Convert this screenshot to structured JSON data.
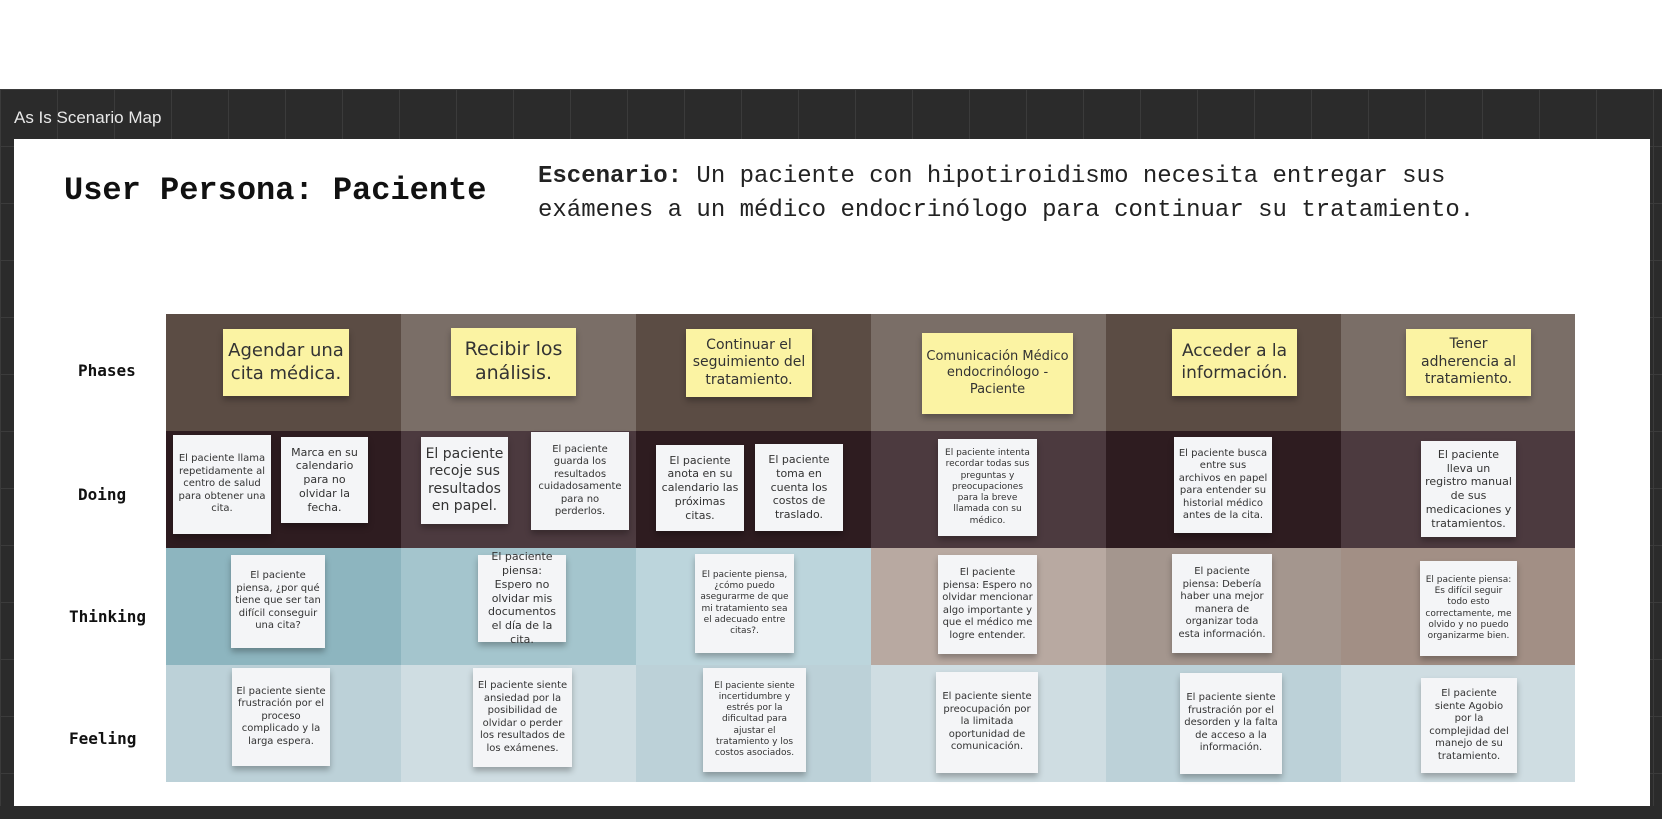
{
  "frame_title": "As Is Scenario Map",
  "persona": "User Persona: Paciente",
  "scenario": {
    "label": "Escenario:",
    "text": " Un paciente con hipotiroidismo necesita entregar sus exámenes a un médico endocrinólogo para continuar su tratamiento."
  },
  "rows": [
    "Phases",
    "Doing",
    "Thinking",
    "Feeling"
  ],
  "phases": [
    "Agendar una cita médica.",
    "Recibir los análisis.",
    "Continuar el seguimiento del tratamiento.",
    "Comunicación Médico endocrinólogo - Paciente",
    "Acceder a la información.",
    "Tener adherencia al tratamiento."
  ],
  "doing": [
    "El paciente llama repetidamente al centro de salud para obtener una cita.",
    "Marca en su calendario para no olvidar la fecha.",
    "El paciente recoje sus resultados en papel.",
    "El paciente guarda los resultados cuidadosamente para no perderlos.",
    "El paciente anota en su calendario las próximas citas.",
    "El paciente toma en cuenta los costos de traslado.",
    "El paciente intenta recordar todas sus preguntas y preocupaciones para la breve llamada con su médico.",
    "El paciente busca entre sus archivos en papel para entender su historial médico antes de la cita.",
    "El paciente lleva un registro manual de sus medicaciones y tratamientos."
  ],
  "thinking": [
    "El paciente piensa, ¿por qué tiene que ser tan difícil conseguir una cita?",
    "El paciente piensa: Espero no olvidar mis documentos el día de la cita.",
    "El paciente piensa, ¿cómo puedo asegurarme de que mi tratamiento sea el adecuado entre citas?.",
    "El paciente piensa: Espero no olvidar mencionar algo importante y que el médico me logre entender.",
    "El paciente piensa: Debería haber una mejor manera de organizar toda esta información.",
    "El paciente piensa: Es difícil seguir todo esto correctamente, me olvido y no puedo organizarme bien."
  ],
  "feeling": [
    "El paciente siente frustración por el proceso complicado y la larga espera.",
    "El paciente siente ansiedad por la posibilidad de olvidar o perder los resultados de los exámenes.",
    "El paciente siente incertidumbre y estrés por la dificultad para ajustar el tratamiento y los costos asociados.",
    "El paciente siente preocupación por la limitada oportunidad de comunicación.",
    "El paciente siente frustración por el desorden y la falta de acceso a la información.",
    "El paciente siente Agobio por la complejidad del manejo de su tratamiento."
  ],
  "colors": {
    "phases_dark": "#5b4c44",
    "phases_light": "#7a6e67",
    "doing_dark": "#2e1c20",
    "doing_mid": "#4c3a3f",
    "thinking_teal_dark": "#8db5bf",
    "thinking_teal_light": "#bcd5dc",
    "thinking_brown": "#b8a9a1",
    "feeling_light": "#cfdde2"
  }
}
